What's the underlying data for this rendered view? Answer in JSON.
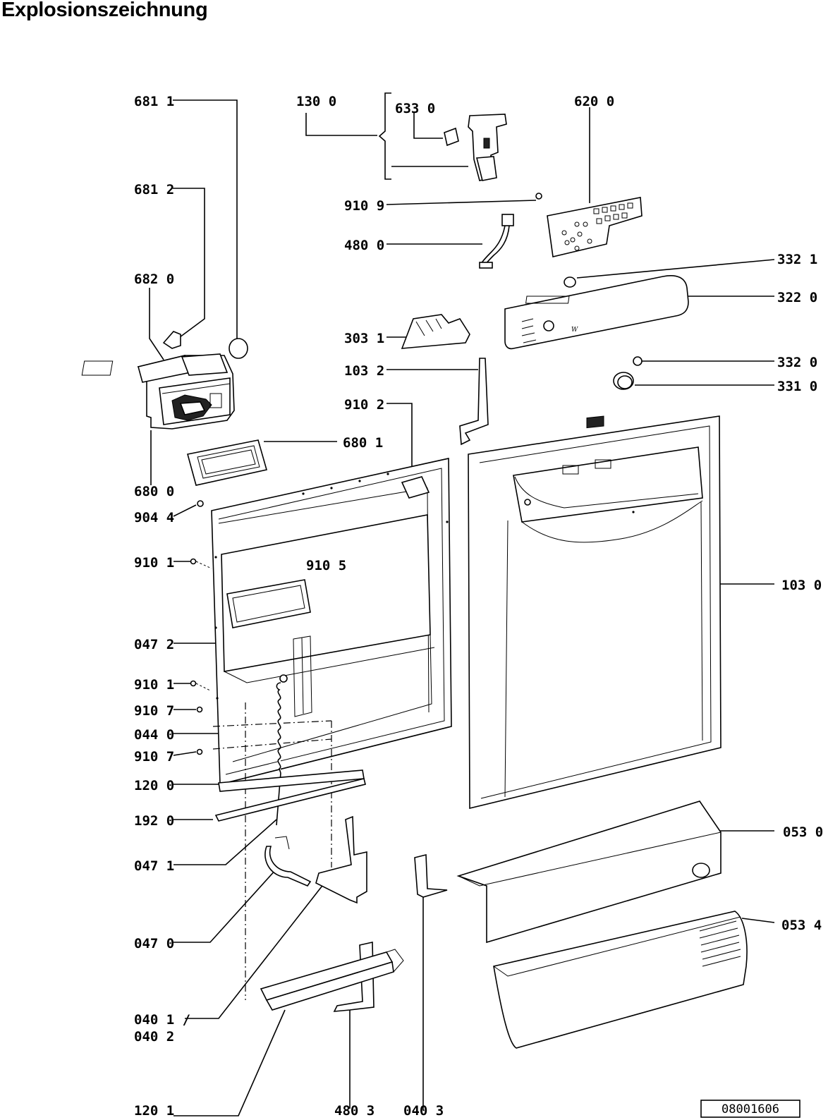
{
  "title": "Explosionszeichnung",
  "drawing_code": "08001606",
  "labels": [
    {
      "id": "681-1",
      "text": "681 1"
    },
    {
      "id": "681-2",
      "text": "681 2"
    },
    {
      "id": "682-0",
      "text": "682 0"
    },
    {
      "id": "680-0",
      "text": "680 0"
    },
    {
      "id": "904-4",
      "text": "904 4"
    },
    {
      "id": "910-1a",
      "text": "910 1"
    },
    {
      "id": "047-2",
      "text": "047 2"
    },
    {
      "id": "910-1b",
      "text": "910 1"
    },
    {
      "id": "910-7a",
      "text": "910 7"
    },
    {
      "id": "044-0",
      "text": "044 0"
    },
    {
      "id": "910-7b",
      "text": "910 7"
    },
    {
      "id": "120-0",
      "text": "120 0"
    },
    {
      "id": "192-0",
      "text": "192 0"
    },
    {
      "id": "047-1",
      "text": "047 1"
    },
    {
      "id": "047-0",
      "text": "047 0"
    },
    {
      "id": "040-1",
      "text": "040 1 /"
    },
    {
      "id": "040-2",
      "text": "040 2"
    },
    {
      "id": "120-1",
      "text": "120 1"
    },
    {
      "id": "480-3",
      "text": "480 3"
    },
    {
      "id": "040-3",
      "text": "040 3"
    },
    {
      "id": "130-0",
      "text": "130 0"
    },
    {
      "id": "633-0",
      "text": "633 0"
    },
    {
      "id": "620-0",
      "text": "620 0"
    },
    {
      "id": "910-9",
      "text": "910 9"
    },
    {
      "id": "480-0",
      "text": "480 0"
    },
    {
      "id": "332-1",
      "text": "332 1"
    },
    {
      "id": "322-0",
      "text": "322 0"
    },
    {
      "id": "303-1",
      "text": "303 1"
    },
    {
      "id": "103-2",
      "text": "103 2"
    },
    {
      "id": "332-0",
      "text": "332 0"
    },
    {
      "id": "331-0",
      "text": "331 0"
    },
    {
      "id": "910-2",
      "text": "910 2"
    },
    {
      "id": "680-1",
      "text": "680 1"
    },
    {
      "id": "910-5",
      "text": "910 5"
    },
    {
      "id": "103-0",
      "text": "103 0"
    },
    {
      "id": "053-0",
      "text": "053 0"
    },
    {
      "id": "053-4",
      "text": "053 4"
    }
  ]
}
